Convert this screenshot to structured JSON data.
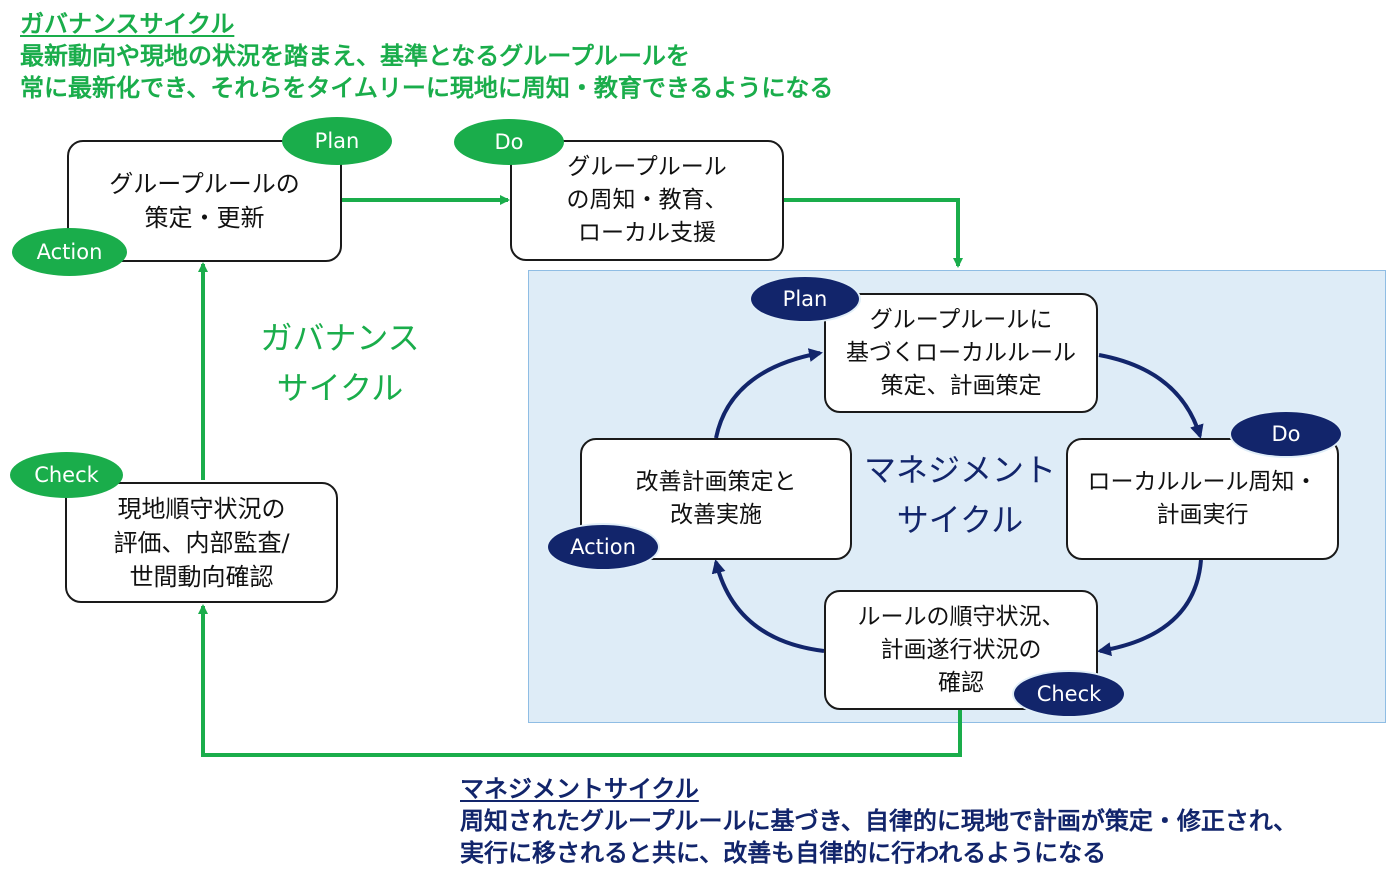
{
  "governance_heading": {
    "title": "ガバナンスサイクル",
    "line1": "最新動向や現地の状況を踏まえ、基準となるグループルールを",
    "line2": "常に最新化でき、それらをタイムリーに現地に周知・教育できるようになる"
  },
  "governance_cycle": {
    "center_label": "ガバナンス\nサイクル",
    "boxes": {
      "action": {
        "text": "グループルールの\n策定・更新",
        "badges": [
          "Plan",
          "Action"
        ]
      },
      "do": {
        "text": "グループルール\nの周知・教育、\nローカル支援",
        "badge": "Do"
      },
      "check": {
        "text": "現地順守状況の\n評価、内部監査/\n世間動向確認",
        "badge": "Check"
      }
    }
  },
  "management_cycle": {
    "center_label": "マネジメント\nサイクル",
    "boxes": {
      "plan": {
        "text": "グループルールに\n基づくローカルルール\n策定、計画策定",
        "badge": "Plan"
      },
      "do": {
        "text": "ローカルルール周知・\n計画実行",
        "badge": "Do"
      },
      "check": {
        "text": "ルールの順守状況、\n計画遂行状況の\n確認",
        "badge": "Check"
      },
      "action": {
        "text": "改善計画策定と\n改善実施",
        "badge": "Action"
      }
    }
  },
  "management_heading": {
    "title": "マネジメントサイクル",
    "line1": "周知されたグループルールに基づき、自律的に現地で計画が策定・修正され、",
    "line2": "実行に移されると共に、改善も自律的に行われるようになる"
  },
  "colors": {
    "governance_green": "#1aad4b",
    "management_navy": "#12256b",
    "panel_background": "#deecf7"
  }
}
